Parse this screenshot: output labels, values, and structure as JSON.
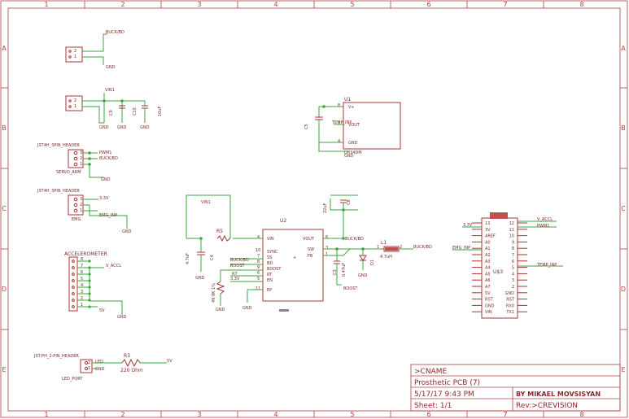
{
  "frame": {
    "columns": [
      "1",
      "2",
      "3",
      "4",
      "5",
      "6",
      "7",
      "8"
    ],
    "rows": [
      "A",
      "B",
      "C",
      "D",
      "E"
    ]
  },
  "title_block": {
    "name": ">CNAME",
    "project": "Prosthetic PCB (7)",
    "date": "5/17/17 9:43 PM",
    "author": "BY MIKAEL MOVSISYAN",
    "sheet": "Sheet: 1/1",
    "revision": "Rev:>CREVISION"
  },
  "connectors": {
    "buck_conn": {
      "pin2": "2",
      "pin1": "1",
      "net_top": "BUCK/BD",
      "net_gnd": "GND"
    },
    "vin_conn": {
      "pin2": "2",
      "pin1": "1",
      "net_top": "VIN1",
      "gnd_a": "GND",
      "gnd_b": "GND",
      "gnd_c": "GND",
      "cap_a": "C9",
      "cap_b": "C10",
      "cap_c": "10uF"
    },
    "servo": {
      "header": "JST4H_3PIN_HEADER",
      "label": "SERVO_ARM",
      "pin3": "3",
      "pin2": "2",
      "pin1": "1",
      "net1": "PWM1",
      "net2": "BUCK/BD",
      "net_gnd": "GND"
    },
    "emg": {
      "header": "JST4H_3PIN_HEADER",
      "label": "EMG",
      "pin3": "3",
      "pin2": "2",
      "pin1": "1",
      "net1": "3.3V",
      "net2": "EMG_INP",
      "net_gnd": "GND"
    },
    "accel": {
      "label": "ACCELEROMETER",
      "pins": [
        "8",
        "7",
        "6",
        "5",
        "4",
        "3",
        "2",
        "1"
      ],
      "net_v": "V_ACCL",
      "net_5v": "5V",
      "net_gnd": "GND"
    },
    "led": {
      "header": "JST-PH_2-PIN_HEADER",
      "label": "LED_PORT",
      "pin2": "2",
      "pin1": "1",
      "net1": "LED",
      "net2": "GND",
      "res": "R3",
      "res_val": "220 Ohm",
      "net_5v": "5V"
    }
  },
  "temp": {
    "ref": "U1",
    "part": "LM34DM",
    "pin_vplus": "V+",
    "pin_vout": "VOUT",
    "pin_gnd": "GND",
    "n8": "8",
    "n1": "1",
    "n4": "4",
    "net": "TEMP_INP",
    "cap": "C5",
    "gnd": "GND"
  },
  "reg": {
    "ref": "U2",
    "vin_net": "VIN1",
    "pins_left": [
      "VIN",
      "SYNC",
      "SS",
      "BD",
      "BOOST",
      "RT",
      "EN"
    ],
    "pin_nums_left": [
      "4",
      "10",
      "7",
      "8",
      "9",
      "6",
      "5"
    ],
    "pins_right": [
      "VOUT",
      "SW",
      "FB"
    ],
    "pin_nums_right": [
      "6",
      "3",
      "1"
    ],
    "ep": "EP",
    "ep_num": "11",
    "r5": "R5",
    "c4": "C4",
    "c4_val": "4.7uF",
    "buck": "BUCK/BD",
    "boost": "BOOST",
    "r_rt": "49.9K 1%",
    "r_en": "R7",
    "v33": "3.3V",
    "gnd1": "GND",
    "gnd2": "GND",
    "gnd3": "GND",
    "c8": "C8",
    "c8_val": "22uF",
    "c3": "C3",
    "c3_val": "0.47uF",
    "d1": "D1",
    "out_buck": "BUCK/BD",
    "boost2": "BOOST",
    "gnd4": "GND",
    "l1": "L1",
    "l1_val": "4.7uH",
    "l1_p1": "1",
    "l1_p2": "2",
    "out_net": "BUCK/BD"
  },
  "mcu": {
    "ref": "U$3",
    "left_pins": [
      "13",
      "3V",
      "AREF",
      "A0",
      "A1",
      "A2",
      "A3",
      "A4",
      "A5",
      "A6",
      "A7",
      "5V",
      "RST",
      "GND",
      "VIN"
    ],
    "left_nums": [
      "",
      "",
      "",
      "",
      "",
      "",
      "",
      "",
      "",
      "",
      "",
      "",
      "",
      "",
      ""
    ],
    "right_pins": [
      "12",
      "11",
      "10",
      "9",
      "8",
      "7",
      "6",
      "5",
      "4",
      "3",
      "2",
      "GND",
      "RST",
      "RX0",
      "TX1"
    ],
    "net_3v": "3.3V",
    "net_emg": "EMG_INP",
    "net_vaccl": "V_ACCL",
    "net_pwm": "PWM1",
    "net_temp": "TEMP_INP"
  }
}
